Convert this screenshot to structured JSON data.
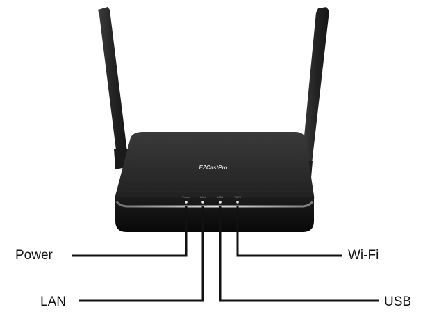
{
  "device": {
    "brand_logo": "EZCastPro",
    "led_labels": [
      "Power",
      "LAN",
      "USB",
      "Wi-Fi"
    ]
  },
  "callouts": {
    "power": "Power",
    "lan": "LAN",
    "wifi": "Wi-Fi",
    "usb": "USB"
  },
  "colors": {
    "body": "#1e1e1e",
    "top_surface": "#2e2e2e",
    "trim": "#bfbfbf",
    "antenna": "#262626",
    "leader_line": "#111111"
  }
}
